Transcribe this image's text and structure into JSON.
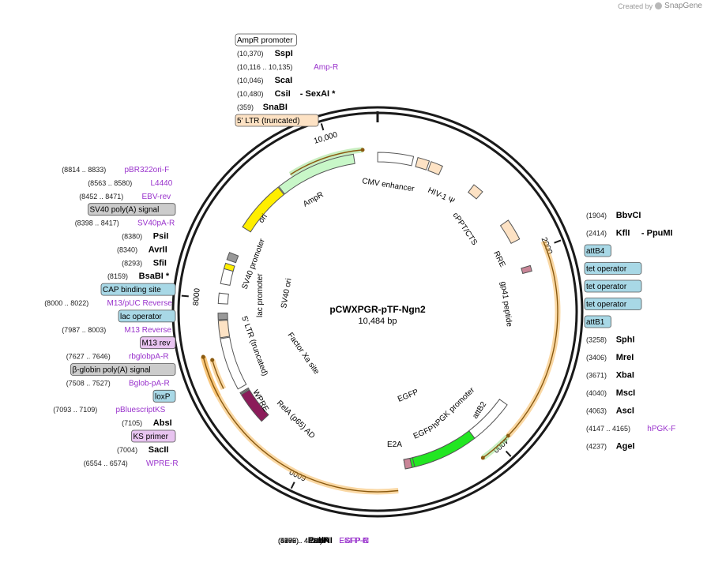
{
  "watermark": {
    "created_by": "Created by",
    "brand": "SnapGene",
    "logo_icon": "snapgene-logo-icon"
  },
  "map": {
    "name": "pCWXPGR-pTF-Ngn2",
    "length_label": "10,484 bp",
    "total_bp": 10484,
    "ticks": [
      {
        "bp": 2000,
        "label": "2000"
      },
      {
        "bp": 4000,
        "label": "4000"
      },
      {
        "bp": 6000,
        "label": "6000"
      },
      {
        "bp": 8000,
        "label": "8000"
      },
      {
        "bp": 10000,
        "label": "10,000"
      }
    ]
  },
  "features": [
    {
      "name": "cmv-enhancer",
      "label": "CMV enhancer",
      "start": 1,
      "end": 380,
      "type": "box",
      "color": "#ffffff"
    },
    {
      "name": "hiv1-psi",
      "label": "HIV-1 Ψ",
      "start": 426,
      "end": 551,
      "type": "box",
      "color": "#fde2c4"
    },
    {
      "name": "ltr-5-left",
      "start": 571,
      "end": 700,
      "type": "box",
      "color": "#fde2c4"
    },
    {
      "name": "cppt-cts",
      "label": "cPPT/CTS",
      "start": 1082,
      "end": 1199,
      "type": "box",
      "color": "#fde2c4"
    },
    {
      "name": "rre",
      "label": "RRE",
      "start": 1600,
      "end": 1830,
      "type": "box",
      "color": "#fde2c4"
    },
    {
      "name": "gp41-peptide",
      "label": "gp41 peptide",
      "start": 2130,
      "end": 2190,
      "type": "arrow-cw",
      "color": "#c98597"
    },
    {
      "name": "egfp-outer",
      "label": "EGFP",
      "start": 4320,
      "end": 4950,
      "type": "arrow-ccw",
      "color": "#22e622"
    },
    {
      "name": "hpgk-promoter",
      "label": "hPGK promoter",
      "start": 3660,
      "end": 4150,
      "type": "arrow-ccw",
      "color": "#ffffff"
    },
    {
      "name": "egfp-inner",
      "label": "EGFP",
      "start": 4150,
      "end": 4850,
      "type": "arrow-ccw",
      "color": "#22e622"
    },
    {
      "name": "e2a",
      "label": "E2A",
      "start": 4880,
      "end": 4950,
      "type": "box",
      "color": "#c98597"
    },
    {
      "name": "rela-ad",
      "label": "RelA (p65) AD",
      "start": 6600,
      "end": 6950,
      "type": "arrow-ccw",
      "color": "#8b1c5a"
    },
    {
      "name": "factor-xa-site",
      "label": "Factor Xa site",
      "start": 6960,
      "end": 6975,
      "type": "box",
      "color": "#888888"
    },
    {
      "name": "wpre",
      "label": "WPRE",
      "start": 7020,
      "end": 7580,
      "type": "arrow-ccw",
      "color": "#ffffff"
    },
    {
      "name": "ltr-5-truncated",
      "label": "5' LTR (truncated)",
      "start": 7590,
      "end": 7770,
      "type": "box",
      "color": "#fde2c4"
    },
    {
      "name": "rbglobpa-box",
      "start": 7780,
      "end": 7850,
      "type": "box",
      "color": "#999999"
    },
    {
      "name": "lac-promoter",
      "label": "lac promoter",
      "start": 7950,
      "end": 8060,
      "type": "box",
      "color": "#ffffff"
    },
    {
      "name": "sv40-promoter",
      "label": "SV40 promoter",
      "start": 8160,
      "end": 8340,
      "type": "arrow-cw",
      "color": "#ffffff"
    },
    {
      "name": "sv40-polya",
      "start": 8420,
      "end": 8500,
      "type": "box",
      "color": "#999999"
    },
    {
      "name": "sv40-ori",
      "label": "SV40 ori",
      "start": 8320,
      "end": 8380,
      "type": "box",
      "color": "#ffee00"
    },
    {
      "name": "ori",
      "label": "ori",
      "start": 8800,
      "end": 9360,
      "type": "arrow-ccw",
      "color": "#ffee00"
    },
    {
      "name": "ampr",
      "label": "AmpR",
      "start": 9370,
      "end": 10230,
      "type": "arrow-ccw",
      "color": "#c8f7c8"
    }
  ],
  "orfs": [
    {
      "name": "orf-top",
      "start": 9540,
      "end": 10330,
      "color": "#9be08c"
    },
    {
      "name": "orf-right",
      "start": 1950,
      "end": 3890,
      "color": "#f5b85a"
    },
    {
      "name": "orf-green-right",
      "start": 3900,
      "end": 4200,
      "color": "#9be08c"
    },
    {
      "name": "orf-bottom",
      "start": 5050,
      "end": 7440,
      "color": "#f5b85a"
    },
    {
      "name": "orf-left-a",
      "start": 7050,
      "end": 7440,
      "color": "#f5b85a"
    },
    {
      "name": "orf-left-b",
      "start": 7090,
      "end": 7390,
      "color": "#f5b85a"
    }
  ],
  "label_groups": {
    "top": [
      {
        "text": "AmpR promoter",
        "style": "box",
        "bg": "#ffffff"
      },
      {
        "coords": "(10,370)",
        "enzyme": "SspI",
        "style": "enzyme"
      },
      {
        "coords": "(10,116 .. 10,135)",
        "primer": "Amp-R",
        "style": "primer"
      },
      {
        "coords": "(10,046)",
        "enzyme": "ScaI",
        "style": "enzyme"
      },
      {
        "enzyme": "CsiI",
        "enzyme2": "- SexAI *",
        "coords": "(10,480)",
        "style": "enzyme"
      },
      {
        "enzyme": "SnaBI",
        "coords": "(359)",
        "style": "enzyme"
      },
      {
        "text": "5' LTR (truncated)",
        "style": "box",
        "bg": "#fde2c4"
      }
    ],
    "left": [
      {
        "coords": "(8814 .. 8833)",
        "primer": "pBR322ori-F"
      },
      {
        "primer": "L4440",
        "coords": "(8563 .. 8580)"
      },
      {
        "coords": "(8452 .. 8471)",
        "primer": "EBV-rev"
      },
      {
        "text": "SV40 poly(A) signal",
        "bg": "#cccccc"
      },
      {
        "coords": "(8398 .. 8417)",
        "primer": "SV40pA-R"
      },
      {
        "coords": "(8380)",
        "enzyme": "PsiI"
      },
      {
        "coords": "(8340)",
        "enzyme": "AvrII"
      },
      {
        "coords": "(8293)",
        "enzyme": "SfiI"
      },
      {
        "coords": "(8159)",
        "enzyme": "BsaBI *"
      },
      {
        "text": "CAP binding site",
        "bg": "#a8d8e6"
      },
      {
        "coords": "(8000 .. 8022)",
        "primer": "M13/pUC Reverse"
      },
      {
        "text": "lac operator",
        "bg": "#a8d8e6"
      },
      {
        "coords": "(7987 .. 8003)",
        "primer": "M13 Reverse"
      },
      {
        "text": "M13 rev",
        "bg": "#e8c4f0"
      },
      {
        "coords": "(7627 .. 7646)",
        "primer": "rbglobpA-R"
      },
      {
        "text": "β-globin poly(A) signal",
        "bg": "#cccccc"
      },
      {
        "coords": "(7508 .. 7527)",
        "primer": "Bglob-pA-R"
      },
      {
        "text": "loxP",
        "bg": "#a8d8e6"
      },
      {
        "coords": "(7093 .. 7109)",
        "primer": "pBluescriptKS"
      },
      {
        "coords": "(7105)",
        "enzyme": "AbsI"
      },
      {
        "text": "KS primer",
        "bg": "#e8c4f0"
      },
      {
        "coords": "(7004)",
        "enzyme": "SacII"
      },
      {
        "coords": "(6554 .. 6574)",
        "primer": "WPRE-R"
      }
    ],
    "bottom": [
      {
        "coords": "(5990)",
        "enzyme": "EcoNI"
      },
      {
        "coords": "(5709)",
        "enzyme": "PshAI"
      },
      {
        "coords": "(5672)",
        "enzyme": "FseI"
      },
      {
        "enzyme": "PmlI",
        "coords": "(5179)"
      },
      {
        "primer": "EGFP-C",
        "coords": "(4903 .. 4924)"
      },
      {
        "primer": "EXFP-R",
        "coords": "(4556 .. 4575)"
      },
      {
        "primer": "EGFP-N",
        "coords": "(4295 .. 4316)"
      }
    ],
    "right": [
      {
        "enzyme": "BbvCI",
        "coords": "(1904)"
      },
      {
        "enzyme": "KflI",
        "enzyme2": "- PpuMI",
        "coords": "(2414)"
      },
      {
        "text": "attB4",
        "bg": "#a8d8e6"
      },
      {
        "text": "tet operator",
        "bg": "#a8d8e6"
      },
      {
        "text": "tet operator",
        "bg": "#a8d8e6"
      },
      {
        "text": "tet operator",
        "bg": "#a8d8e6"
      },
      {
        "text": "attB1",
        "bg": "#a8d8e6"
      },
      {
        "enzyme": "SphI",
        "coords": "(3258)"
      },
      {
        "enzyme": "MreI",
        "coords": "(3406)"
      },
      {
        "enzyme": "XbaI",
        "coords": "(3671)"
      },
      {
        "enzyme": "MscI",
        "coords": "(4040)"
      },
      {
        "enzyme": "AscI",
        "coords": "(4063)"
      },
      {
        "primer": "hPGK-F",
        "coords": "(4147 .. 4165)"
      },
      {
        "enzyme": "AgeI",
        "coords": "(4237)"
      }
    ]
  },
  "inner_labels": {
    "cmv": "CMV enhancer",
    "hiv": "HIV-1 Ψ",
    "cppt": "cPPT/CTS",
    "rre": "RRE",
    "gp41": "gp41 peptide",
    "ampr": "AmpR",
    "ori": "ori",
    "sv40prom": "SV40 promoter",
    "sv40ori": "SV40 ori",
    "lacprom": "lac promoter",
    "ltr5": "5' LTR (truncated)",
    "factorxa": "Factor Xa site",
    "wpre": "WPRE",
    "rela": "RelA (p65) AD",
    "egfp_outer": "EGFP",
    "hpgk": "hPGK promoter",
    "attb2": "attB2",
    "egfp_inner": "EGFP",
    "e2a": "E2A"
  },
  "colors": {
    "primer": "#9932cc",
    "enzyme": "#000000",
    "coords": "#222222",
    "backbone": "#1a1a1a"
  }
}
